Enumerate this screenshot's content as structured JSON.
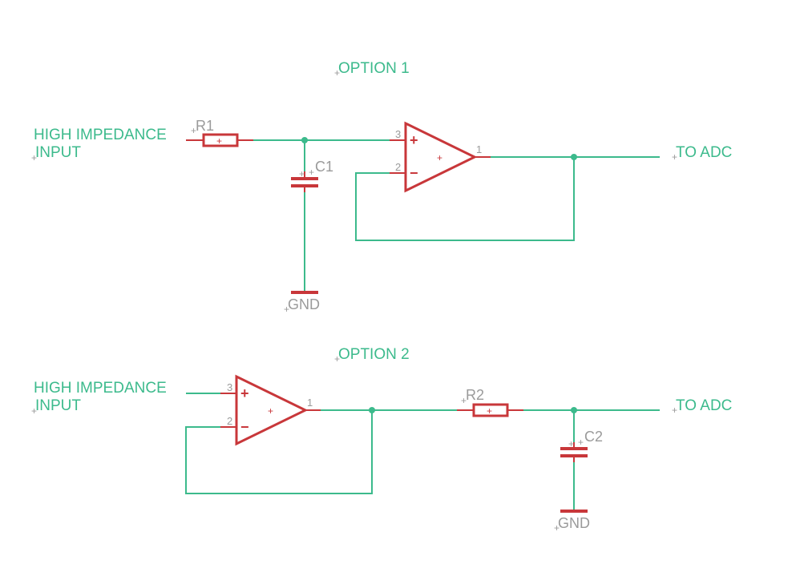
{
  "colors": {
    "wire": "#3cba8c",
    "symbol": "#c8373a",
    "label": "#3cba8c",
    "part_label": "#9a9a9a",
    "junction": "#3cba8c"
  },
  "option1": {
    "title": "OPTION 1",
    "input_line1": "HIGH IMPEDANCE",
    "input_line2": "INPUT",
    "output": "TO ADC",
    "resistor": "R1",
    "capacitor": "C1",
    "ground": "GND",
    "pin_noninv": "3",
    "pin_inv": "2",
    "pin_out": "1"
  },
  "option2": {
    "title": "OPTION 2",
    "input_line1": "HIGH IMPEDANCE",
    "input_line2": "INPUT",
    "output": "TO ADC",
    "resistor": "R2",
    "capacitor": "C2",
    "ground": "GND",
    "pin_noninv": "3",
    "pin_inv": "2",
    "pin_out": "1"
  },
  "symbols": {
    "plus": "+",
    "minus": "−",
    "origin": "+"
  }
}
